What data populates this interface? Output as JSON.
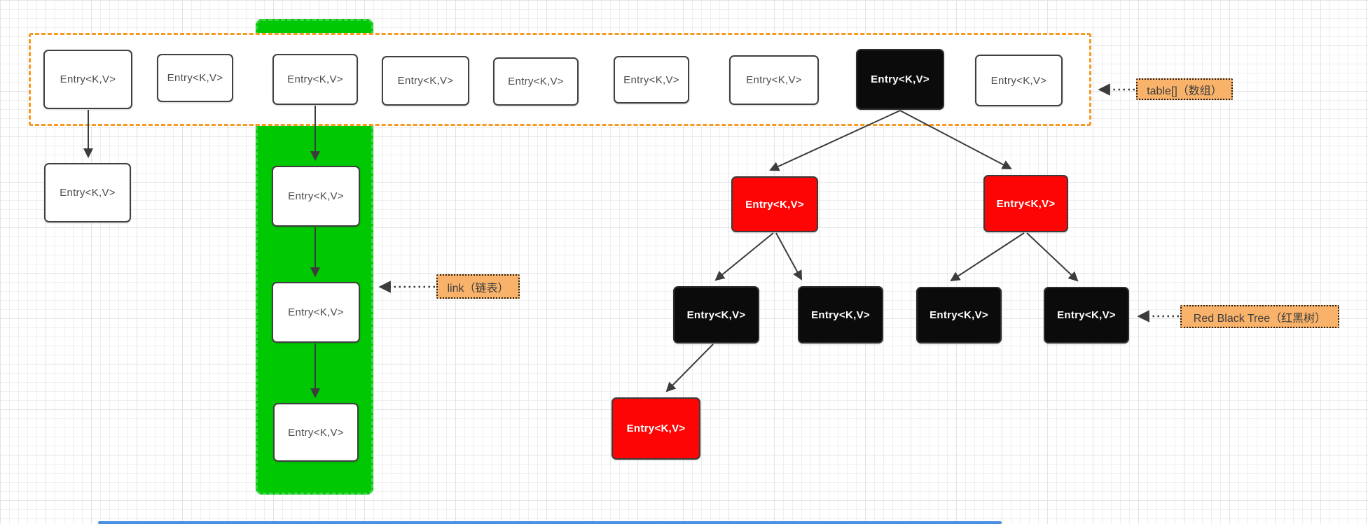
{
  "node_text": "Entry<K,V>",
  "labels": {
    "table_array": "table[]（数组）",
    "link_list": "link（链表）",
    "red_black_tree": "Red Black Tree（红黑树）"
  },
  "colors": {
    "array_border_orange": "#F59A23",
    "bucket_highlight_green": "#00C802",
    "note_fill_orange": "#F8B26A",
    "node_red": "#FE0505",
    "node_black": "#0B0B0B",
    "node_white": "#FFFFFF",
    "connector_gray": "#404040",
    "scrollbar_blue": "#4A90E2"
  },
  "array_row": {
    "cells": [
      {
        "label": "Entry<K,V>",
        "variant": "white"
      },
      {
        "label": "Entry<K,V>",
        "variant": "white"
      },
      {
        "label": "Entry<K,V>",
        "variant": "white"
      },
      {
        "label": "Entry<K,V>",
        "variant": "white"
      },
      {
        "label": "Entry<K,V>",
        "variant": "white"
      },
      {
        "label": "Entry<K,V>",
        "variant": "white"
      },
      {
        "label": "Entry<K,V>",
        "variant": "white"
      },
      {
        "label": "Entry<K,V>",
        "variant": "black"
      },
      {
        "label": "Entry<K,V>",
        "variant": "white"
      }
    ]
  },
  "bucket0_chain": {
    "nodes": [
      {
        "label": "Entry<K,V>",
        "variant": "white"
      }
    ]
  },
  "bucket2_chain": {
    "nodes": [
      {
        "label": "Entry<K,V>",
        "variant": "white"
      },
      {
        "label": "Entry<K,V>",
        "variant": "white"
      },
      {
        "label": "Entry<K,V>",
        "variant": "white"
      }
    ]
  },
  "tree": {
    "level1": [
      {
        "label": "Entry<K,V>",
        "variant": "red"
      },
      {
        "label": "Entry<K,V>",
        "variant": "red"
      }
    ],
    "level2": [
      {
        "label": "Entry<K,V>",
        "variant": "black"
      },
      {
        "label": "Entry<K,V>",
        "variant": "black"
      },
      {
        "label": "Entry<K,V>",
        "variant": "black"
      },
      {
        "label": "Entry<K,V>",
        "variant": "black"
      }
    ],
    "level3": [
      {
        "label": "Entry<K,V>",
        "variant": "red"
      }
    ]
  }
}
